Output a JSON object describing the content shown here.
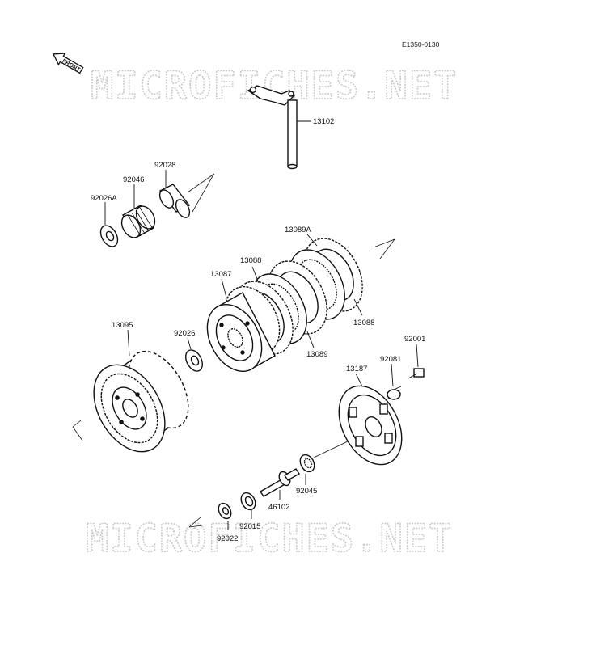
{
  "diagram": {
    "code": "E1350-0130",
    "front_label": "FRONT",
    "watermark_text": "MICROFICHES.NET",
    "parts": {
      "p13102": "13102",
      "p92028": "92028",
      "p92046": "92046",
      "p92026A": "92026A",
      "p13089A": "13089A",
      "p13088a": "13088",
      "p13087": "13087",
      "p13088b": "13088",
      "p13089": "13089",
      "p13095": "13095",
      "p92026": "92026",
      "p92001": "92001",
      "p92081": "92081",
      "p13187": "13187",
      "p92045": "92045",
      "p46102": "46102",
      "p92015": "92015",
      "p92022": "92022"
    }
  }
}
